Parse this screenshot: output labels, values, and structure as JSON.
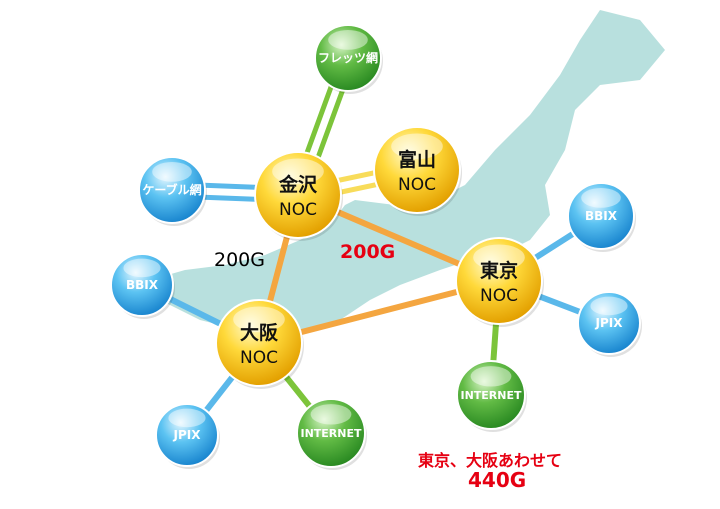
{
  "colors": {
    "map": "#b8e0de",
    "yellow": "#f6c21b",
    "blue": "#35a9e6",
    "green": "#3ea431",
    "red": "#e60012",
    "link_orange": "#f4a640"
  },
  "nodes": [
    {
      "id": "flets",
      "label": "フレッツ網",
      "kind": "green"
    },
    {
      "id": "cable",
      "label": "ケーブル網",
      "kind": "blue"
    },
    {
      "id": "kanazawa",
      "label": "金沢",
      "sub": "NOC",
      "kind": "yellow"
    },
    {
      "id": "toyama",
      "label": "富山",
      "sub": "NOC",
      "kind": "yellow"
    },
    {
      "id": "tokyo",
      "label": "東京",
      "sub": "NOC",
      "kind": "yellow"
    },
    {
      "id": "osaka",
      "label": "大阪",
      "sub": "NOC",
      "kind": "yellow"
    },
    {
      "id": "bbix_w",
      "label": "BBIX",
      "kind": "blue"
    },
    {
      "id": "jpix_w",
      "label": "JPIX",
      "kind": "blue"
    },
    {
      "id": "internet_w",
      "label": "INTERNET",
      "kind": "green"
    },
    {
      "id": "internet_e",
      "label": "INTERNET",
      "kind": "green"
    },
    {
      "id": "bbix_e",
      "label": "BBIX",
      "kind": "blue"
    },
    {
      "id": "jpix_e",
      "label": "JPIX",
      "kind": "blue"
    }
  ],
  "links": [
    [
      "kanazawa",
      "flets",
      "green",
      true
    ],
    [
      "kanazawa",
      "cable",
      "blue",
      true
    ],
    [
      "kanazawa",
      "toyama",
      "yellow",
      true
    ],
    [
      "kanazawa",
      "tokyo",
      "orange",
      false
    ],
    [
      "kanazawa",
      "osaka",
      "orange",
      false
    ],
    [
      "osaka",
      "tokyo",
      "orange",
      false
    ],
    [
      "osaka",
      "bbix_w",
      "blue",
      false
    ],
    [
      "osaka",
      "jpix_w",
      "blue",
      false
    ],
    [
      "osaka",
      "internet_w",
      "green",
      false
    ],
    [
      "tokyo",
      "bbix_e",
      "blue",
      false
    ],
    [
      "tokyo",
      "jpix_e",
      "blue",
      false
    ],
    [
      "tokyo",
      "internet_e",
      "green",
      false
    ]
  ],
  "labels": {
    "kanazawa_osaka_bw": "200G",
    "kanazawa_tokyo_bw": "200G",
    "total_caption": "東京、大阪あわせて",
    "total_bw": "440G"
  }
}
